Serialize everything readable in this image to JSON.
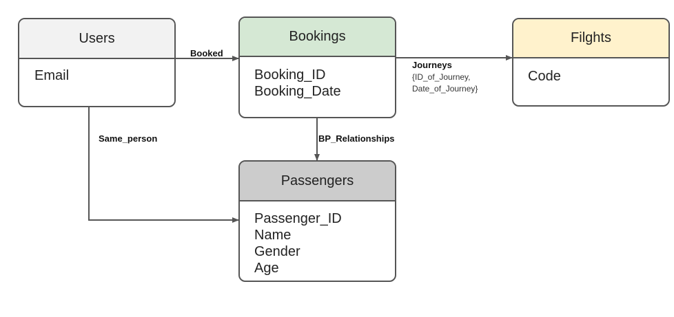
{
  "entities": {
    "users": {
      "title": "Users",
      "attributes": [
        "Email"
      ],
      "header_color": "#f2f2f2"
    },
    "bookings": {
      "title": "Bookings",
      "attributes": [
        "Booking_ID",
        "Booking_Date"
      ],
      "header_color": "#d5e8d4"
    },
    "flights": {
      "title": "Filghts",
      "attributes": [
        "Code"
      ],
      "header_color": "#fff2cc"
    },
    "passengers": {
      "title": "Passengers",
      "attributes": [
        "Passenger_ID",
        "Name",
        "Gender",
        "Age"
      ],
      "header_color": "#cccccc"
    }
  },
  "relationships": {
    "booked": {
      "label": "Booked"
    },
    "journeys": {
      "label": "Journeys",
      "detail_line1": "{ID_of_Journey,",
      "detail_line2": "Date_of_Journey}"
    },
    "same_person": {
      "label": "Same_person"
    },
    "bp_relationships": {
      "label": "BP_Relationships"
    }
  },
  "colors": {
    "border": "#555555",
    "edge": "#555555"
  }
}
